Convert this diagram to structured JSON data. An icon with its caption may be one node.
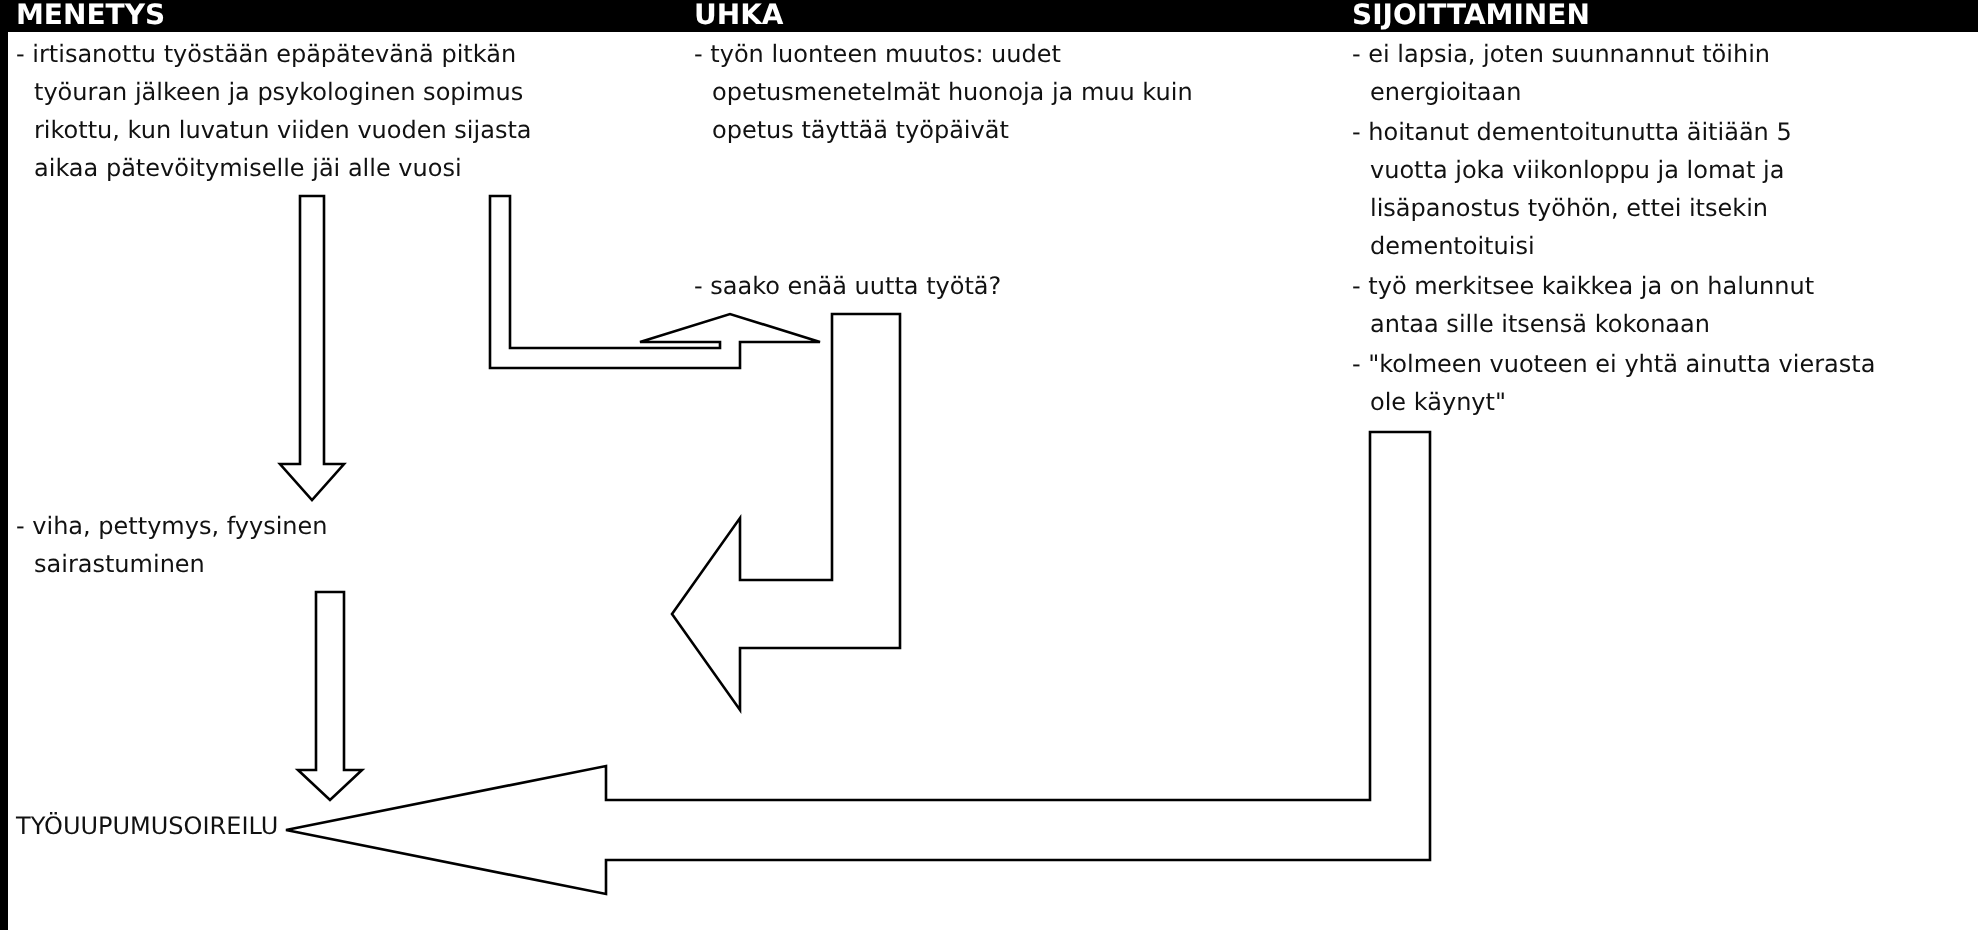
{
  "diagram": {
    "nodes": [
      {
        "text": [
          "- irtisanottu työstään epäpätevänä pitkän työuran jälkeen ja psykologinen sopimus rikottu, kun luvatun viiden vuoden sijasta aikaa pätevöitymiselle jäi alle vuosi"
        ]
      },
      {
        "text": [
          "- viha, pettymys, fyysinen sairastuminen"
        ]
      },
      {
        "text": [
          "TYÖUUPUMUSOIREILU"
        ]
      },
      {
        "text": [
          "- työn luonteen muutos: uudet opetusmenetelmät huonoja ja muu kuin opetus täyttää työpäivät"
        ]
      },
      {
        "text": [
          "- saako enää uutta työtä?"
        ]
      },
      {
        "text": [
          "- ei lapsia, joten suunnannut töihin energioitaan",
          "- hoitanut dementoitunutta äitiään 5 vuotta joka viikonloppu ja lomat ja lisäpanostus työhön, ettei itsekin dementoituisi",
          "- työ merkitsee kaikkea ja on halunnut antaa sille itsensä kokonaan",
          "- \"kolmeen vuoteen ei yhtä ainutta vierasta ole käynyt\""
        ]
      }
    ],
    "edges": [
      {
        "from": 0,
        "to": 1,
        "arrow": "to"
      },
      {
        "from": 1,
        "to": 2,
        "arrow": "to"
      },
      {
        "from": 0,
        "to": 4,
        "arrow": "to"
      },
      {
        "from": 4,
        "to": null,
        "arrow": "to"
      },
      {
        "from": 5,
        "to": 2,
        "arrow": "to"
      }
    ],
    "labels": [
      "MENETYS",
      "UHKA",
      "SIJOITTAMINEN"
    ]
  }
}
